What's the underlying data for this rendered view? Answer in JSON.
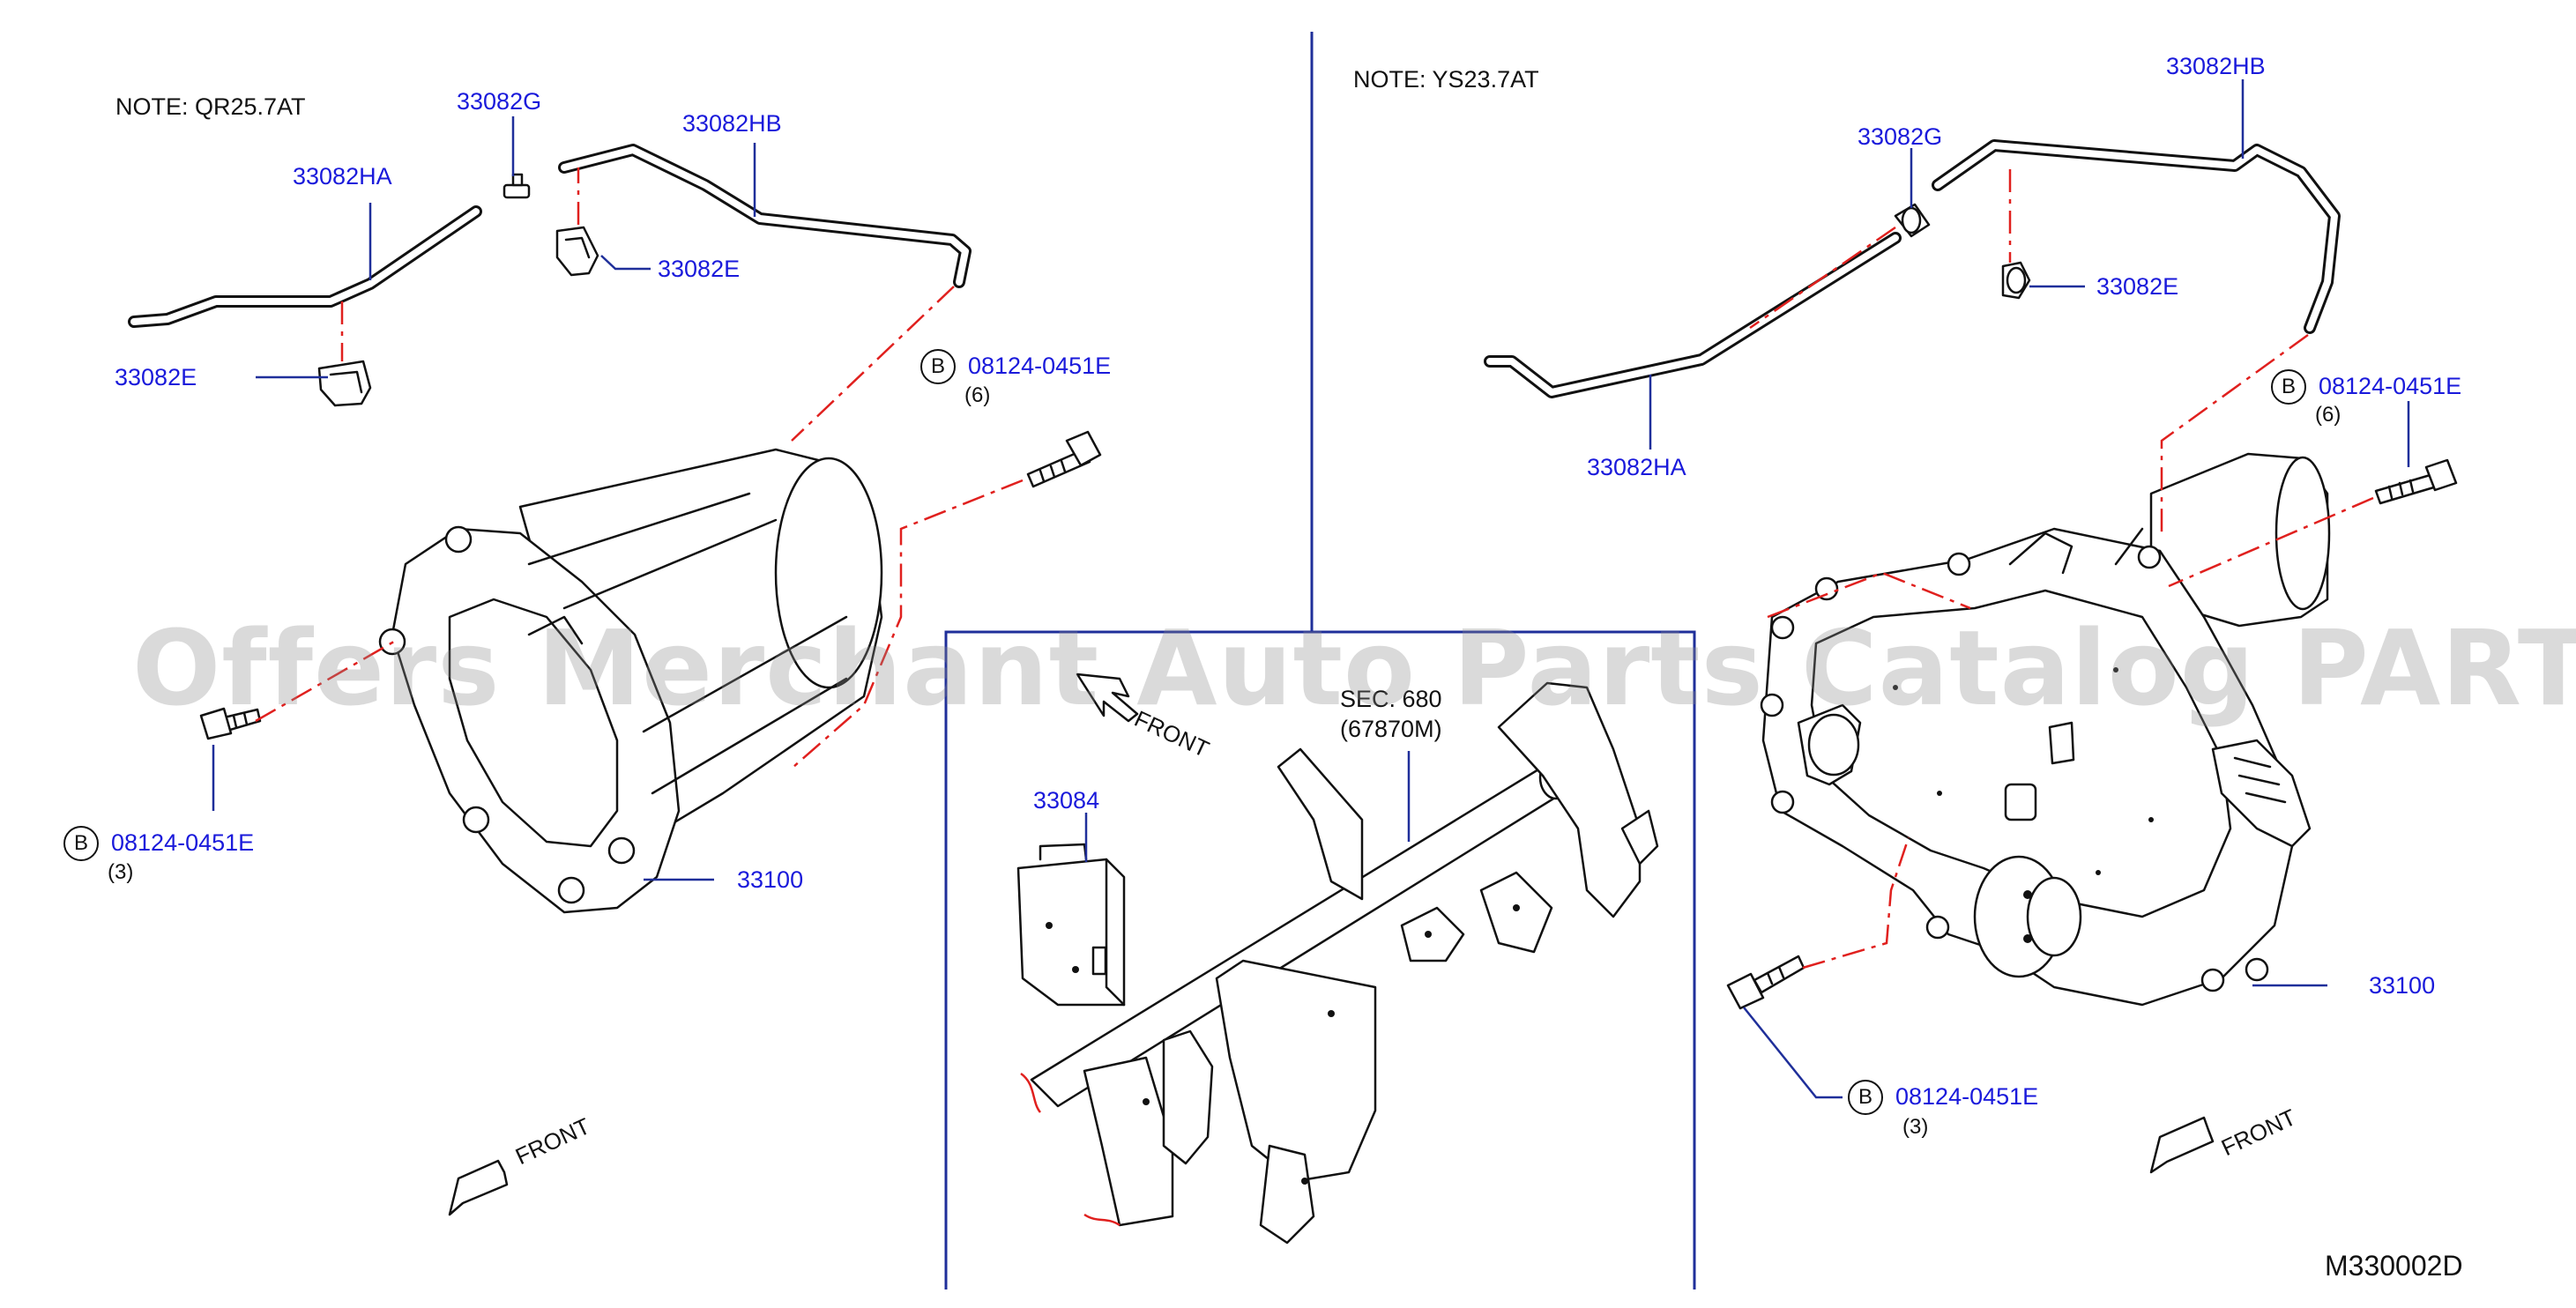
{
  "notes": {
    "left": "NOTE:   QR25.7AT",
    "right": "NOTE:   YS23.7AT"
  },
  "section_ref": {
    "line1": "SEC. 680",
    "line2": "(67870M)"
  },
  "front_label": "FRONT",
  "bolt_marker": "B",
  "left_parts": {
    "p33082g": "33082G",
    "p33082hb": "33082HB",
    "p33082ha": "33082HA",
    "p33082e_upper": "33082E",
    "p33082e_lower": "33082E",
    "bolt_top": "08124-0451E",
    "bolt_top_qty": "(6)",
    "bolt_bottom": "08124-0451E",
    "bolt_bottom_qty": "(3)",
    "p33100": "33100"
  },
  "center_parts": {
    "p33084": "33084"
  },
  "right_parts": {
    "p33082hb": "33082HB",
    "p33082g": "33082G",
    "p33082e": "33082E",
    "p33082ha": "33082HA",
    "bolt_top": "08124-0451E",
    "bolt_top_qty": "(6)",
    "bolt_bottom": "08124-0451E",
    "bolt_bottom_qty": "(3)",
    "p33100": "33100"
  },
  "watermark": "Offers Merchant Auto Parts Catalog PARTSTORE.SA",
  "diagram_code": "M330002D",
  "colors": {
    "line": "#111111",
    "leader": "#1f2f9a",
    "part_label": "#1a1adb",
    "phantom": "#e0201e"
  }
}
